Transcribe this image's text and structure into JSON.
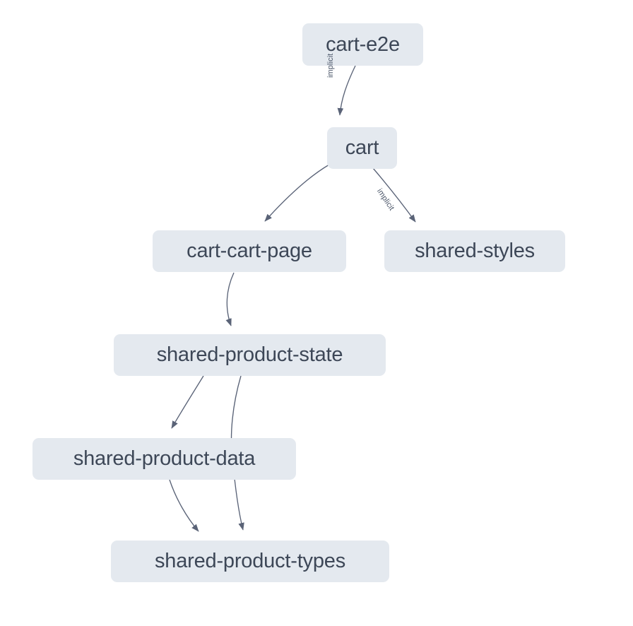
{
  "graph": {
    "background_color": "#ffffff",
    "node_fill_color": "#e4e9ef",
    "node_text_color": "#3d4757",
    "edge_color": "#5a6377",
    "nodes": [
      {
        "id": "cart-e2e",
        "label": "cart-e2e"
      },
      {
        "id": "cart",
        "label": "cart"
      },
      {
        "id": "cart-cart-page",
        "label": "cart-cart-page"
      },
      {
        "id": "shared-styles",
        "label": "shared-styles"
      },
      {
        "id": "shared-product-state",
        "label": "shared-product-state"
      },
      {
        "id": "shared-product-data",
        "label": "shared-product-data"
      },
      {
        "id": "shared-product-types",
        "label": "shared-product-types"
      }
    ],
    "edges": [
      {
        "from": "cart-e2e",
        "to": "cart",
        "label": "implicit"
      },
      {
        "from": "cart",
        "to": "cart-cart-page",
        "label": ""
      },
      {
        "from": "cart",
        "to": "shared-styles",
        "label": "implicit"
      },
      {
        "from": "cart-cart-page",
        "to": "shared-product-state",
        "label": ""
      },
      {
        "from": "shared-product-state",
        "to": "shared-product-data",
        "label": ""
      },
      {
        "from": "shared-product-state",
        "to": "shared-product-types",
        "label": ""
      },
      {
        "from": "shared-product-data",
        "to": "shared-product-types",
        "label": ""
      }
    ]
  }
}
